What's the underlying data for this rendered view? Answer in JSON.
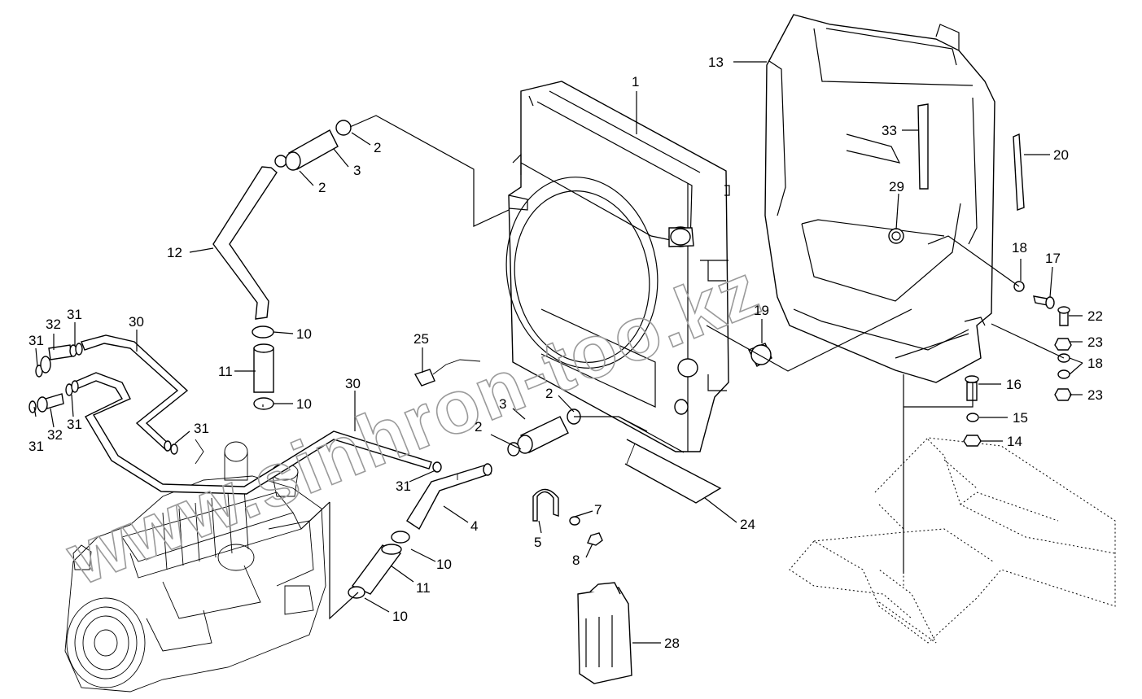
{
  "watermark": "www.sinhron-too.kz",
  "callouts": [
    {
      "id": "c1",
      "text": "1"
    },
    {
      "id": "c2a",
      "text": "2"
    },
    {
      "id": "c2b",
      "text": "2"
    },
    {
      "id": "c2c",
      "text": "2"
    },
    {
      "id": "c2d",
      "text": "2"
    },
    {
      "id": "c3a",
      "text": "3"
    },
    {
      "id": "c3b",
      "text": "3"
    },
    {
      "id": "c4",
      "text": "4"
    },
    {
      "id": "c5",
      "text": "5"
    },
    {
      "id": "c7",
      "text": "7"
    },
    {
      "id": "c8",
      "text": "8"
    },
    {
      "id": "c10a",
      "text": "10"
    },
    {
      "id": "c10b",
      "text": "10"
    },
    {
      "id": "c10c",
      "text": "10"
    },
    {
      "id": "c10d",
      "text": "10"
    },
    {
      "id": "c11a",
      "text": "11"
    },
    {
      "id": "c11b",
      "text": "11"
    },
    {
      "id": "c12",
      "text": "12"
    },
    {
      "id": "c13",
      "text": "13"
    },
    {
      "id": "c14",
      "text": "14"
    },
    {
      "id": "c15",
      "text": "15"
    },
    {
      "id": "c16",
      "text": "16"
    },
    {
      "id": "c17",
      "text": "17"
    },
    {
      "id": "c18a",
      "text": "18"
    },
    {
      "id": "c18b",
      "text": "18"
    },
    {
      "id": "c19",
      "text": "19"
    },
    {
      "id": "c20",
      "text": "20"
    },
    {
      "id": "c22",
      "text": "22"
    },
    {
      "id": "c23a",
      "text": "23"
    },
    {
      "id": "c23b",
      "text": "23"
    },
    {
      "id": "c24",
      "text": "24"
    },
    {
      "id": "c25",
      "text": "25"
    },
    {
      "id": "c28",
      "text": "28"
    },
    {
      "id": "c29",
      "text": "29"
    },
    {
      "id": "c30a",
      "text": "30"
    },
    {
      "id": "c30b",
      "text": "30"
    },
    {
      "id": "c31a",
      "text": "31"
    },
    {
      "id": "c31b",
      "text": "31"
    },
    {
      "id": "c31c",
      "text": "31"
    },
    {
      "id": "c31d",
      "text": "31"
    },
    {
      "id": "c31e",
      "text": "31"
    },
    {
      "id": "c31f",
      "text": "31"
    },
    {
      "id": "c32a",
      "text": "32"
    },
    {
      "id": "c32b",
      "text": "32"
    },
    {
      "id": "c33",
      "text": "33"
    }
  ]
}
